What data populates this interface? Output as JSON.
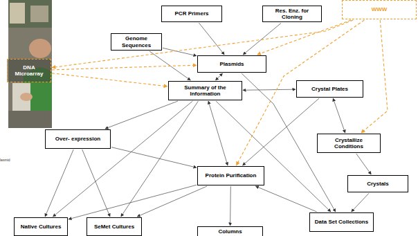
{
  "diagram": {
    "nodes": [
      {
        "text": [
          "PCR Primers"
        ]
      },
      {
        "text": [
          "Res. Enz. for Cloning"
        ]
      },
      {
        "text": [
          "WWW"
        ]
      },
      {
        "text": [
          "Genome Sequences"
        ]
      },
      {
        "text": [
          "Plasmids"
        ]
      },
      {
        "text": [
          "DNA Microarray"
        ]
      },
      {
        "text": [
          "Summary of the Information"
        ]
      },
      {
        "text": [
          "Crystal Plates"
        ]
      },
      {
        "text": [
          "Over- expression"
        ]
      },
      {
        "text": [
          "Crystallize Conditions"
        ]
      },
      {
        "text": [
          "Protein Purification"
        ]
      },
      {
        "text": [
          "Crystals"
        ]
      },
      {
        "text": [
          "Native Cultures"
        ]
      },
      {
        "text": [
          "SeMet Cultures"
        ]
      },
      {
        "text": [
          "Columns"
        ]
      },
      {
        "text": [
          "Data Set Collections"
        ]
      }
    ],
    "edges": [
      {
        "from": 0,
        "to": 4,
        "arrow": "to"
      },
      {
        "from": 1,
        "to": 4,
        "arrow": "to"
      },
      {
        "from": 3,
        "to": 4,
        "arrow": "to"
      },
      {
        "from": 3,
        "to": 6,
        "arrow": "to"
      },
      {
        "from": 4,
        "to": 6,
        "arrow": "both"
      },
      {
        "from": 6,
        "to": 7,
        "arrow": "both"
      },
      {
        "from": 6,
        "to": 8,
        "arrow": "to"
      },
      {
        "from": 6,
        "to": 12,
        "arrow": "to"
      },
      {
        "from": 6,
        "to": 13,
        "arrow": "to"
      },
      {
        "from": 6,
        "to": 10,
        "arrow": "both"
      },
      {
        "from": 6,
        "to": 15,
        "arrow": "to"
      },
      {
        "from": 8,
        "to": 12,
        "arrow": "to"
      },
      {
        "from": 8,
        "to": 13,
        "arrow": "to"
      },
      {
        "from": 8,
        "to": 10,
        "arrow": "to"
      },
      {
        "from": 10,
        "to": 12,
        "arrow": "to"
      },
      {
        "from": 10,
        "to": 13,
        "arrow": "to"
      },
      {
        "from": 10,
        "to": 14,
        "arrow": "to"
      },
      {
        "from": 7,
        "to": 9,
        "arrow": "both"
      },
      {
        "from": 9,
        "to": 11,
        "arrow": "to"
      },
      {
        "from": 11,
        "to": 15,
        "arrow": "to"
      },
      {
        "from": 15,
        "to": 10,
        "arrow": "to"
      },
      {
        "from": 7,
        "to": 10,
        "arrow": "to"
      },
      {
        "from": 4,
        "to": 15,
        "arrow": "to"
      },
      {
        "from": 2,
        "to": 5,
        "arrow": "to"
      },
      {
        "from": 2,
        "to": 4,
        "arrow": "to"
      },
      {
        "from": 2,
        "to": 10,
        "arrow": "to"
      },
      {
        "from": 2,
        "to": 9,
        "arrow": "to"
      },
      {
        "from": 5,
        "to": 4,
        "arrow": "to"
      },
      {
        "from": 5,
        "to": 6,
        "arrow": "to"
      }
    ],
    "labels": [
      "lasmid"
    ]
  }
}
